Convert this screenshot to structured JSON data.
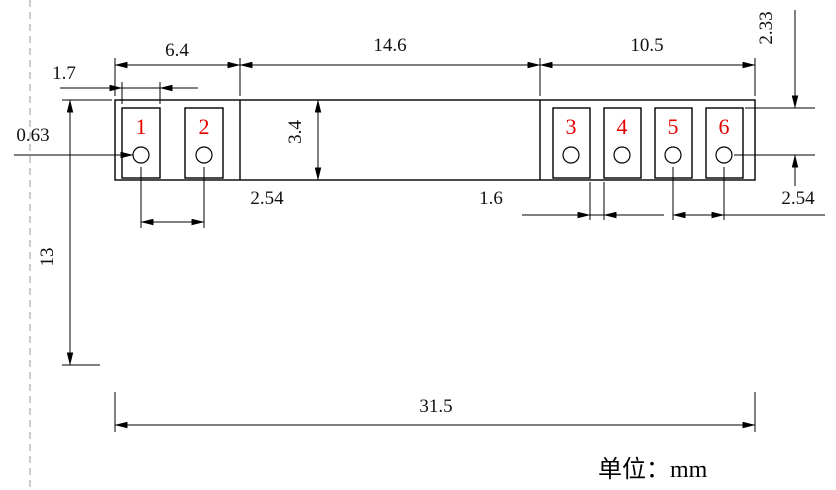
{
  "colors": {
    "pad_number": "#e60000",
    "line": "#000000"
  },
  "pads": [
    {
      "label": "1"
    },
    {
      "label": "2"
    },
    {
      "label": "3"
    },
    {
      "label": "4"
    },
    {
      "label": "5"
    },
    {
      "label": "6"
    }
  ],
  "dimensions": {
    "top_left_span": "6.4",
    "top_middle_span": "14.6",
    "top_right_span": "10.5",
    "pad_width_left": "1.7",
    "hole_offset_left": "0.63",
    "body_height": "3.4",
    "pitch_left": "2.54",
    "gap_right": "1.6",
    "pitch_right": "2.54",
    "hole_top_offset_right": "2.33",
    "overall_height": "13",
    "overall_width": "31.5"
  },
  "footer": {
    "unit_label": "单位：mm"
  }
}
